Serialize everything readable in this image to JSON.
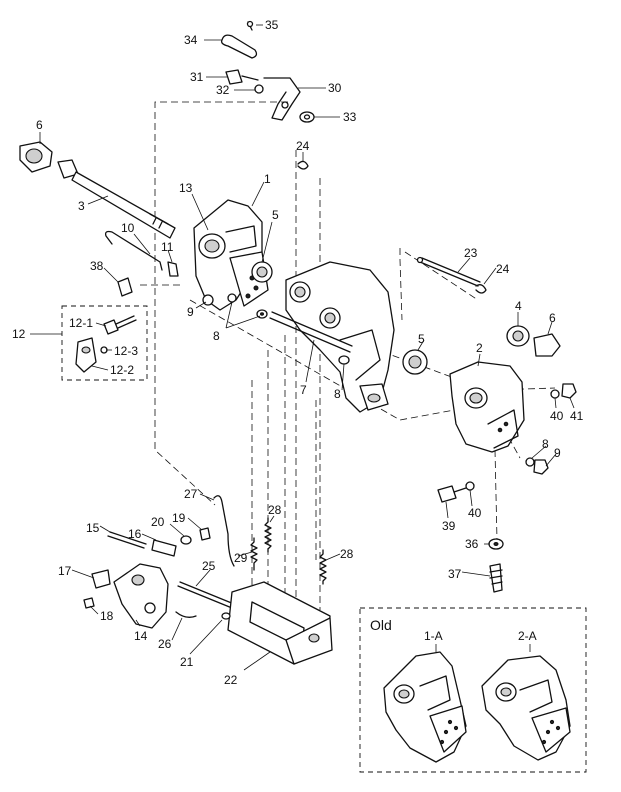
{
  "labels": {
    "p1": "1",
    "p2": "2",
    "p3": "3",
    "p4": "4",
    "p5a": "5",
    "p5b": "5",
    "p6a": "6",
    "p6b": "6",
    "p7": "7",
    "p8a": "8",
    "p8b": "8",
    "p8c": "8",
    "p9a": "9",
    "p9b": "9",
    "p10": "10",
    "p11": "11",
    "p12": "12",
    "p12_1": "12-1",
    "p12_2": "12-2",
    "p12_3": "12-3",
    "p13": "13",
    "p14": "14",
    "p15": "15",
    "p16": "16",
    "p17": "17",
    "p18": "18",
    "p19": "19",
    "p20": "20",
    "p21": "21",
    "p22": "22",
    "p23": "23",
    "p24a": "24",
    "p24b": "24",
    "p25": "25",
    "p26": "26",
    "p27": "27",
    "p28a": "28",
    "p28b": "28",
    "p29": "29",
    "p30": "30",
    "p31": "31",
    "p32": "32",
    "p33": "33",
    "p34": "34",
    "p35": "35",
    "p36": "36",
    "p37": "37",
    "p38": "38",
    "p39": "39",
    "p40a": "40",
    "p40b": "40",
    "p41": "41"
  },
  "old_box": {
    "title": "Old",
    "label_1a": "1-A",
    "label_2a": "2-A"
  }
}
